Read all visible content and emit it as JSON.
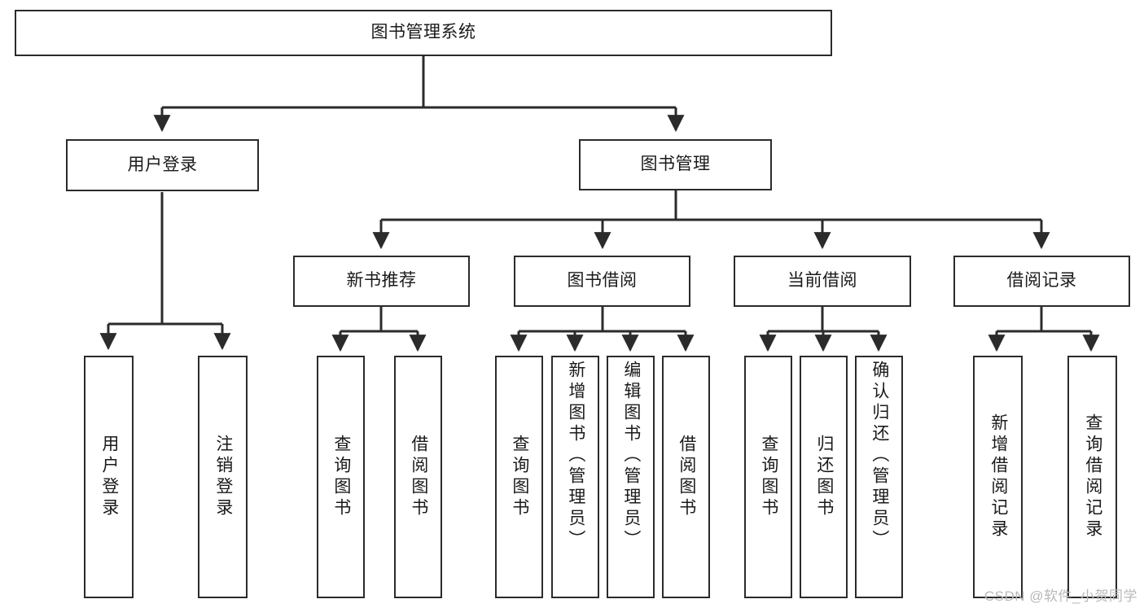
{
  "diagram": {
    "type": "tree",
    "title": "图书管理系统",
    "watermark": "CSDN @软件_小贺同学",
    "colors": {
      "border": "#2b2b2b",
      "background": "#ffffff",
      "text": "#1a1a1a",
      "watermark": "#b9b9b9"
    },
    "nodes": {
      "root": {
        "label": "图书管理系统"
      },
      "level2": [
        {
          "label": "用户登录"
        },
        {
          "label": "图书管理"
        }
      ],
      "level3": [
        {
          "label": "新书推荐"
        },
        {
          "label": "图书借阅"
        },
        {
          "label": "当前借阅"
        },
        {
          "label": "借阅记录"
        }
      ],
      "leaves": {
        "user_login": [
          {
            "label": "用户登录"
          },
          {
            "label": "注销登录"
          }
        ],
        "new_book_recommend": [
          {
            "label": "查询图书"
          },
          {
            "label": "借阅图书"
          }
        ],
        "book_borrow": [
          {
            "label": "查询图书"
          },
          {
            "label": "新增图书（管理员）"
          },
          {
            "label": "编辑图书（管理员）"
          },
          {
            "label": "借阅图书"
          }
        ],
        "current_borrow": [
          {
            "label": "查询图书"
          },
          {
            "label": "归还图书"
          },
          {
            "label": "确认归还（管理员）"
          }
        ],
        "borrow_record": [
          {
            "label": "新增借阅记录"
          },
          {
            "label": "查询借阅记录"
          }
        ]
      }
    }
  }
}
